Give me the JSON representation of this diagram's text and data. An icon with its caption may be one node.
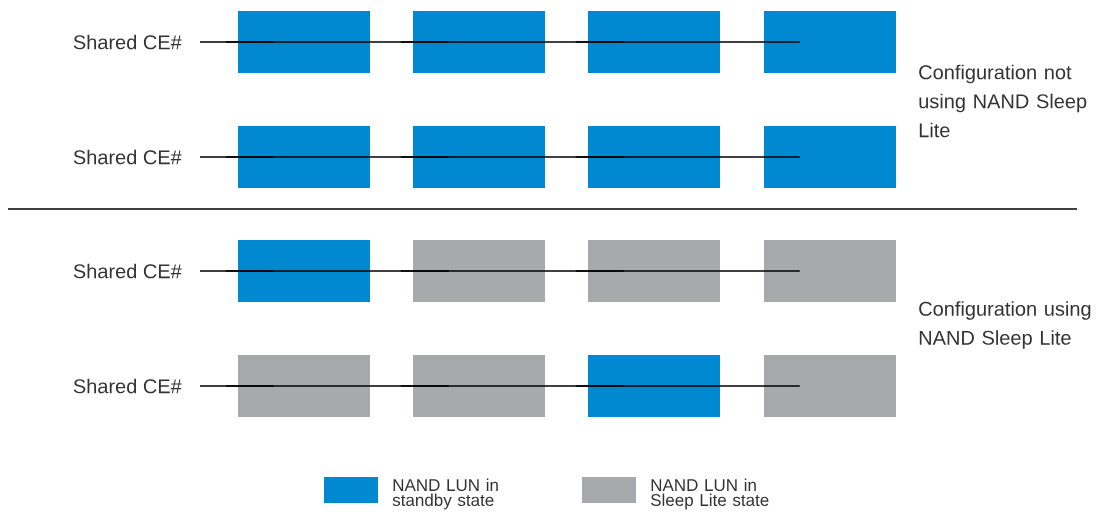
{
  "diagram": {
    "nodes": [
      {
        "text": [
          "Shared CE#"
        ]
      },
      {
        "text": [],
        "shape": "box"
      },
      {
        "text": [],
        "shape": "box"
      },
      {
        "text": [],
        "shape": "box"
      },
      {
        "text": [],
        "shape": "box"
      },
      {
        "text": [
          "Shared CE#"
        ]
      },
      {
        "text": [],
        "shape": "box"
      },
      {
        "text": [],
        "shape": "box"
      },
      {
        "text": [],
        "shape": "box"
      },
      {
        "text": [],
        "shape": "box"
      },
      {
        "text": [
          "Shared CE#"
        ]
      },
      {
        "text": [],
        "shape": "box"
      },
      {
        "text": [],
        "shape": "box"
      },
      {
        "text": [],
        "shape": "box"
      },
      {
        "text": [],
        "shape": "box"
      },
      {
        "text": [
          "Shared CE#"
        ]
      },
      {
        "text": [],
        "shape": "box"
      },
      {
        "text": [],
        "shape": "box"
      },
      {
        "text": [],
        "shape": "box"
      },
      {
        "text": [],
        "shape": "box"
      }
    ],
    "edges": [
      {
        "from": 0,
        "to": 1,
        "arrow": "none"
      },
      {
        "from": 0,
        "to": 2,
        "arrow": "none"
      },
      {
        "from": 0,
        "to": 3,
        "arrow": "none"
      },
      {
        "from": 0,
        "to": 4,
        "arrow": "none"
      },
      {
        "from": 5,
        "to": 6,
        "arrow": "none"
      },
      {
        "from": 5,
        "to": 7,
        "arrow": "none"
      },
      {
        "from": 5,
        "to": 8,
        "arrow": "none"
      },
      {
        "from": 5,
        "to": 9,
        "arrow": "none"
      },
      {
        "from": 10,
        "to": 11,
        "arrow": "none"
      },
      {
        "from": 10,
        "to": 12,
        "arrow": "none"
      },
      {
        "from": 10,
        "to": 13,
        "arrow": "none"
      },
      {
        "from": 10,
        "to": 14,
        "arrow": "none"
      },
      {
        "from": 15,
        "to": 16,
        "arrow": "none"
      },
      {
        "from": 15,
        "to": 17,
        "arrow": "none"
      },
      {
        "from": 15,
        "to": 18,
        "arrow": "none"
      },
      {
        "from": 15,
        "to": 19,
        "arrow": "none"
      }
    ],
    "labels": [
      "Configuration not using NAND Sleep Lite",
      "Configuration using NAND Sleep Lite"
    ],
    "legend": [
      {
        "text": "NAND LUN in standby state",
        "color": "#0088d1"
      },
      {
        "text": "NAND LUN in Sleep Lite state",
        "color": "#a7a9ac"
      }
    ]
  }
}
